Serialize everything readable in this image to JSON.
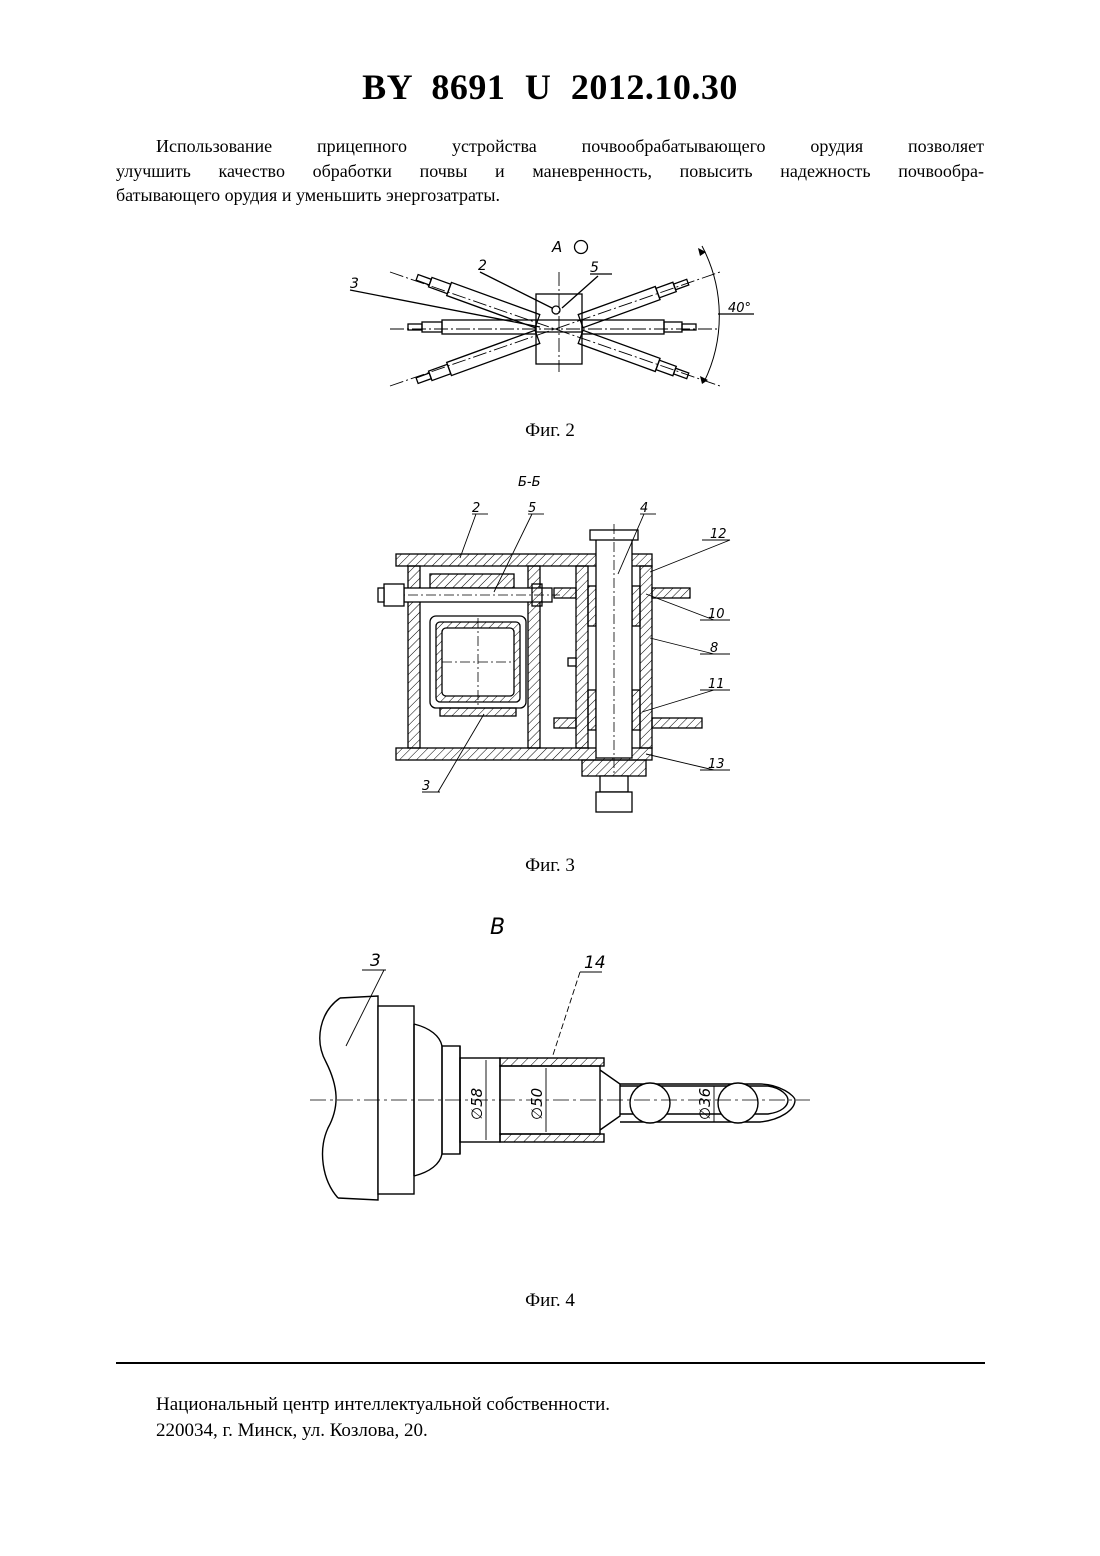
{
  "header": {
    "title": "BY  8691  U  2012.10.30"
  },
  "paragraph": {
    "line1": "Использование прицепного устройства почвообрабатывающего орудия позволяет",
    "line2": "улучшить качество обработки почвы и маневренность, повысить надежность почвообра-",
    "line3": "батывающего орудия и уменьшить энергозатраты."
  },
  "fig2": {
    "caption": "Фиг. 2",
    "view_label": "А",
    "labels": {
      "l2": "2",
      "l3": "3",
      "l5": "5"
    },
    "angle": "40°"
  },
  "fig3": {
    "caption": "Фиг. 3",
    "section_label": "Б-Б",
    "labels": {
      "l2": "2",
      "l3": "3",
      "l4": "4",
      "l5": "5",
      "l8": "8",
      "l10": "10",
      "l11": "11",
      "l12": "12",
      "l13": "13"
    }
  },
  "fig4": {
    "caption": "Фиг. 4",
    "view_label": "В",
    "labels": {
      "l3": "3",
      "l14": "14"
    },
    "dims": {
      "d58": "∅58",
      "d50": "∅50",
      "d36": "∅36"
    }
  },
  "footer": {
    "line1": "Национальный центр интеллектуальной собственности.",
    "line2": "220034, г. Минск, ул. Козлова, 20."
  }
}
